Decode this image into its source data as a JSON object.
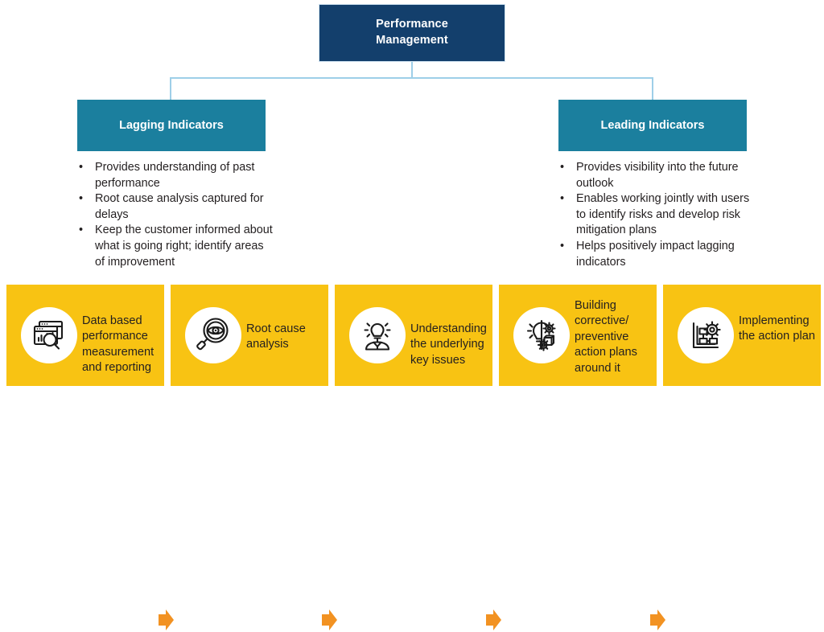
{
  "diagram": {
    "root": {
      "title_line1": "Performance",
      "title_line2": "Management",
      "color": "#133f6c"
    },
    "connector_color": "#9ecfe8",
    "categories": [
      {
        "id": "lagging",
        "label": "Lagging Indicators",
        "color": "#1b7f9e",
        "bullets": [
          "Provides understanding of past performance",
          "Root cause analysis captured for delays",
          "Keep the customer informed about what is going right; identify areas of improvement"
        ]
      },
      {
        "id": "leading",
        "label": "Leading Indicators",
        "color": "#1b7f9e",
        "bullets": [
          "Provides visibility into the future outlook",
          "Enables working jointly with users to identify risks and develop risk mitigation plans",
          "Helps positively impact lagging indicators"
        ]
      }
    ],
    "process": {
      "panel_color": "#f8c313",
      "arrow_color": "#f29222",
      "circle_color": "#ffffff",
      "steps": [
        {
          "icon": "data-analytics-icon",
          "label": "Data based performance measurement and reporting"
        },
        {
          "icon": "magnifier-eye-icon",
          "label": "Root cause analysis"
        },
        {
          "icon": "lightbulb-person-icon",
          "label": "Understanding the underlying key issues"
        },
        {
          "icon": "lightbulb-gears-icon",
          "label": "Building corrective/ preventive action plans around it"
        },
        {
          "icon": "flowchart-gear-icon",
          "label": "Implementing the action plan"
        }
      ]
    }
  }
}
